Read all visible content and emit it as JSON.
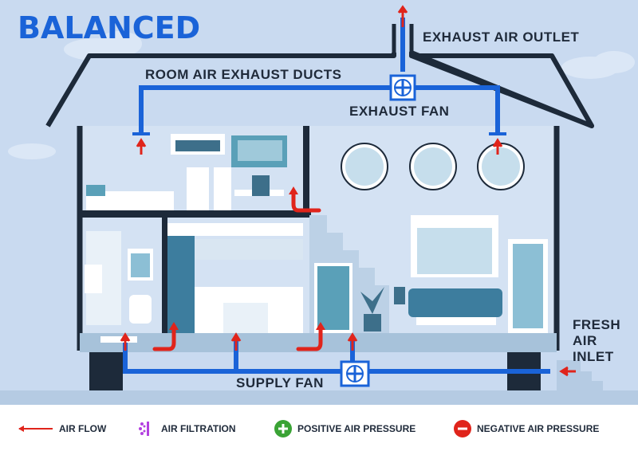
{
  "title": "BALANCED",
  "labels": {
    "exhaust_outlet": "EXHAUST AIR OUTLET",
    "exhaust_ducts": "ROOM AIR EXHAUST DUCTS",
    "exhaust_fan": "EXHAUST FAN",
    "supply_fan": "SUPPLY FAN",
    "fresh_air_1": "FRESH",
    "fresh_air_2": "AIR",
    "fresh_air_3": "INLET"
  },
  "legend": {
    "air_flow": "AIR FLOW",
    "air_filtration": "AIR FILTRATION",
    "positive_pressure": "POSITIVE AIR PRESSURE",
    "negative_pressure": "NEGATIVE AIR PRESSURE"
  },
  "colors": {
    "background": "#c9daf0",
    "house_outline": "#1d2a3a",
    "duct_blue": "#1a63d8",
    "arrow_red": "#e0241b",
    "positive_green": "#3aa335",
    "negative_red": "#e0241b",
    "filtration_purple": "#b340e0"
  },
  "icons": [
    "fan-icon",
    "arrow-icon",
    "plus-icon",
    "minus-icon",
    "filtration-icon"
  ]
}
